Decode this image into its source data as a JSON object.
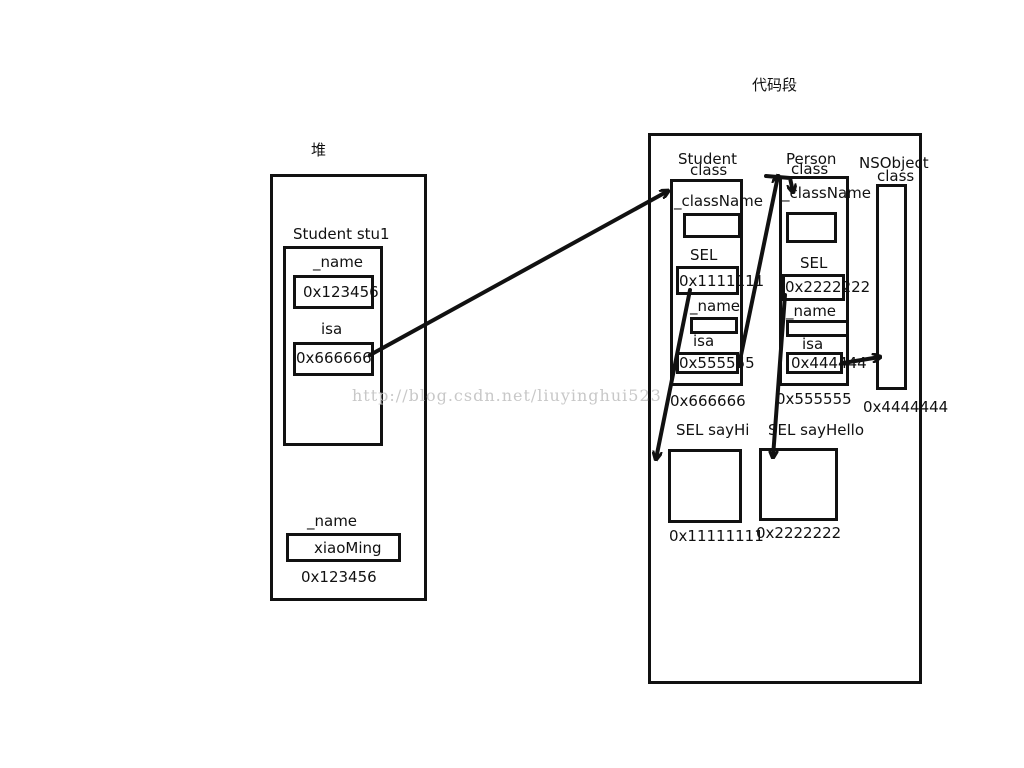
{
  "heap": {
    "title": "堆",
    "object_label": "Student stu1",
    "name_field_label": "_name",
    "name_field_value": "0x123456",
    "isa_label": "isa",
    "isa_value": "0x666666",
    "string_name_label": "_name",
    "string_value": "xiaoMing",
    "string_address": "0x123456"
  },
  "code_segment": {
    "title": "代码段",
    "student_class": {
      "title_line1": "Student",
      "title_line2": "class",
      "classname_label": "_className",
      "sel_label": "SEL",
      "sel_value": "0x1111111",
      "name_label": "_name",
      "isa_label": "isa",
      "isa_value": "0x555555",
      "address": "0x666666"
    },
    "person_class": {
      "title_line1": "Person",
      "title_line2": "class",
      "classname_label": "_className",
      "sel_label": "SEL",
      "sel_value": "0x2222222",
      "name_label": "_name",
      "isa_label": "isa",
      "isa_value": "0x444444",
      "address": "0x555555"
    },
    "nsobject_class": {
      "title_line1": "NSObject",
      "title_line2": "class",
      "address": "0x4444444"
    },
    "method_sayhi": {
      "label": "SEL sayHi",
      "address": "0x11111111"
    },
    "method_sayhello": {
      "label": "SEL sayHello",
      "address": "0x2222222"
    }
  },
  "watermark": "http://blog.csdn.net/liuyinghui523"
}
